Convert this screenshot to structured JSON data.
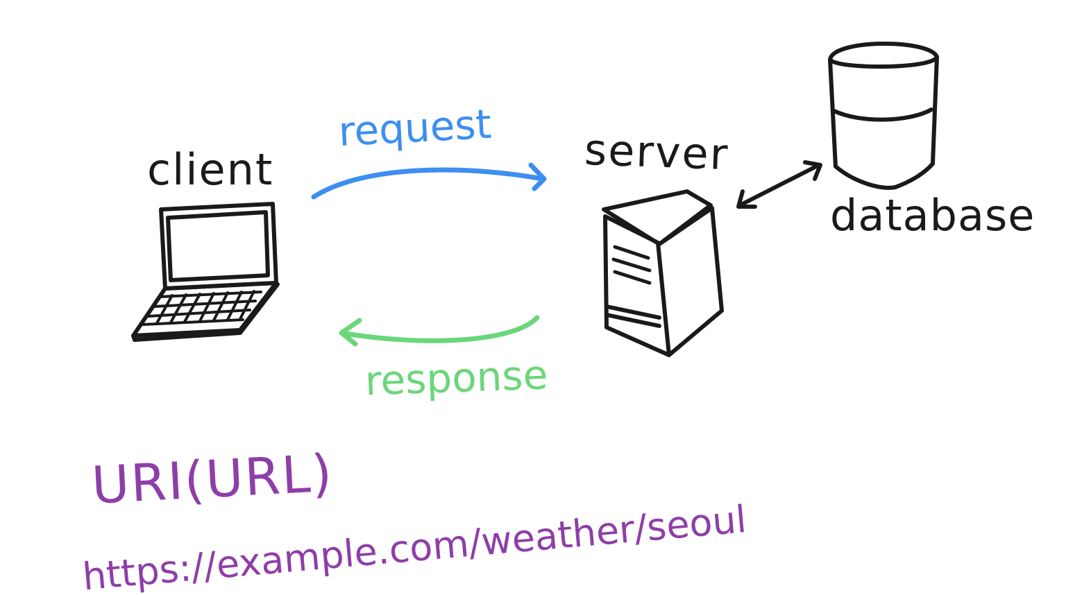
{
  "labels": {
    "client": "client",
    "server": "server",
    "database": "database",
    "request": "request",
    "response": "response",
    "uri_title": "URI(URL)",
    "uri_example": "https://example.com/weather/seoul"
  },
  "colors": {
    "ink": "#1a1a1a",
    "request": "#3d8ef0",
    "response": "#6bd67a",
    "uri": "#8e3ea8"
  },
  "icons": {
    "client": "laptop-icon",
    "server": "server-tower-icon",
    "database": "database-cylinder-icon"
  }
}
